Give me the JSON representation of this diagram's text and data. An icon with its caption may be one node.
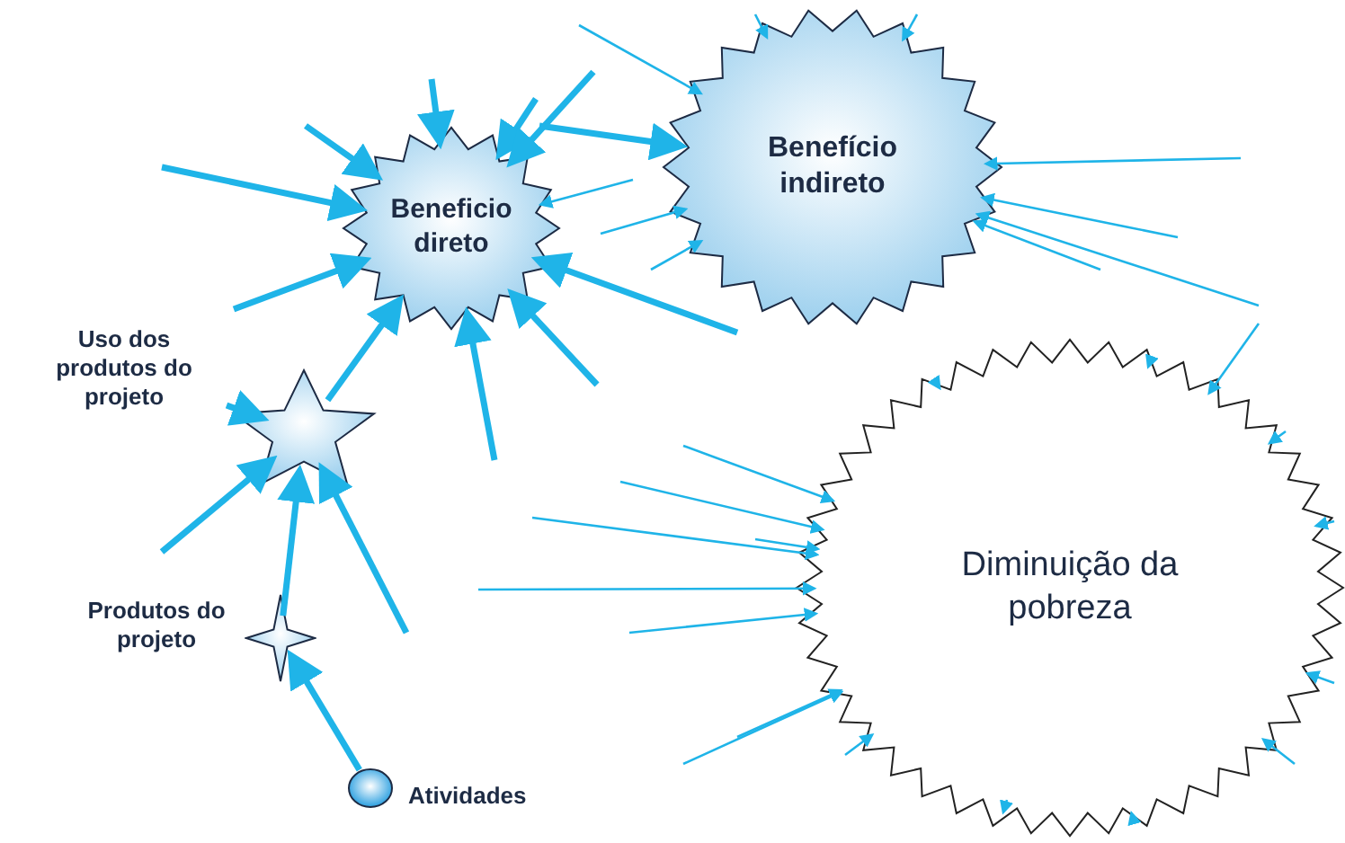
{
  "diagram": {
    "nodes": [
      {
        "text": [
          "Beneficio direto"
        ]
      },
      {
        "text": [
          "Benefício indireto"
        ]
      },
      {
        "text": [
          "Diminuição da pobreza"
        ]
      },
      {
        "text": [
          "Uso dos produtos do projeto"
        ]
      },
      {
        "text": [],
        "shape": "star"
      },
      {
        "text": [],
        "shape": "star",
        "beside": [
          "Produtos do projeto"
        ]
      },
      {
        "text": [],
        "shape": "circle",
        "beside": [
          "Atividades"
        ]
      }
    ],
    "edges": [
      {
        "from": 6,
        "to": 5,
        "arrow": "to",
        "style": "thick"
      },
      {
        "from": 5,
        "to": 4,
        "arrow": "to",
        "style": "thick"
      },
      {
        "from": 4,
        "to": 0,
        "arrow": "to",
        "style": "thick"
      },
      {
        "from": 3,
        "to": 4,
        "arrow": "to",
        "style": "thick"
      },
      {
        "from": null,
        "to": 4,
        "arrow": "to",
        "style": "thick"
      },
      {
        "from": null,
        "to": 4,
        "arrow": "to",
        "style": "thick"
      },
      {
        "from": null,
        "to": 0,
        "arrow": "to",
        "style": "thick"
      },
      {
        "from": null,
        "to": 0,
        "arrow": "to",
        "style": "thick"
      },
      {
        "from": null,
        "to": 0,
        "arrow": "to",
        "style": "thick"
      },
      {
        "from": null,
        "to": 0,
        "arrow": "to",
        "style": "thick"
      },
      {
        "from": null,
        "to": 0,
        "arrow": "to",
        "style": "thick"
      },
      {
        "from": null,
        "to": 0,
        "arrow": "to",
        "style": "thick"
      },
      {
        "from": null,
        "to": 0,
        "arrow": "to",
        "style": "thick"
      },
      {
        "from": null,
        "to": 0,
        "arrow": "to",
        "style": "thick"
      },
      {
        "from": null,
        "to": 0,
        "arrow": "to",
        "style": "thick"
      },
      {
        "from": null,
        "to": 0,
        "arrow": "to"
      },
      {
        "from": null,
        "to": 1,
        "arrow": "to",
        "style": "thick"
      },
      {
        "from": null,
        "to": 1,
        "arrow": "to"
      },
      {
        "from": null,
        "to": 1,
        "arrow": "to"
      },
      {
        "from": null,
        "to": 1,
        "arrow": "to"
      },
      {
        "from": null,
        "to": 1,
        "arrow": "to"
      },
      {
        "from": null,
        "to": 1,
        "arrow": "to"
      },
      {
        "from": null,
        "to": 1,
        "arrow": "to"
      },
      {
        "from": null,
        "to": 1,
        "arrow": "to"
      },
      {
        "from": null,
        "to": 1,
        "arrow": "to"
      },
      {
        "from": null,
        "to": 1,
        "arrow": "to"
      },
      {
        "from": null,
        "to": 2,
        "arrow": "to"
      },
      {
        "from": null,
        "to": 2,
        "arrow": "to"
      },
      {
        "from": null,
        "to": 2,
        "arrow": "to"
      },
      {
        "from": null,
        "to": 2,
        "arrow": "to"
      },
      {
        "from": null,
        "to": 2,
        "arrow": "to"
      },
      {
        "from": null,
        "to": 2,
        "arrow": "to"
      },
      {
        "from": null,
        "to": 2,
        "arrow": "to"
      },
      {
        "from": null,
        "to": 2,
        "arrow": "to"
      },
      {
        "from": null,
        "to": 2,
        "arrow": "to"
      },
      {
        "from": null,
        "to": 2,
        "arrow": "to"
      },
      {
        "from": null,
        "to": 2,
        "arrow": "to"
      },
      {
        "from": null,
        "to": 2,
        "arrow": "to"
      },
      {
        "from": null,
        "to": 2,
        "arrow": "to"
      },
      {
        "from": null,
        "to": 2,
        "arrow": "to"
      },
      {
        "from": null,
        "to": 2,
        "arrow": "to"
      },
      {
        "from": null,
        "to": 2,
        "arrow": "to"
      },
      {
        "from": null,
        "to": 2,
        "arrow": "to"
      },
      {
        "from": null,
        "to": 2,
        "arrow": "to"
      }
    ]
  }
}
